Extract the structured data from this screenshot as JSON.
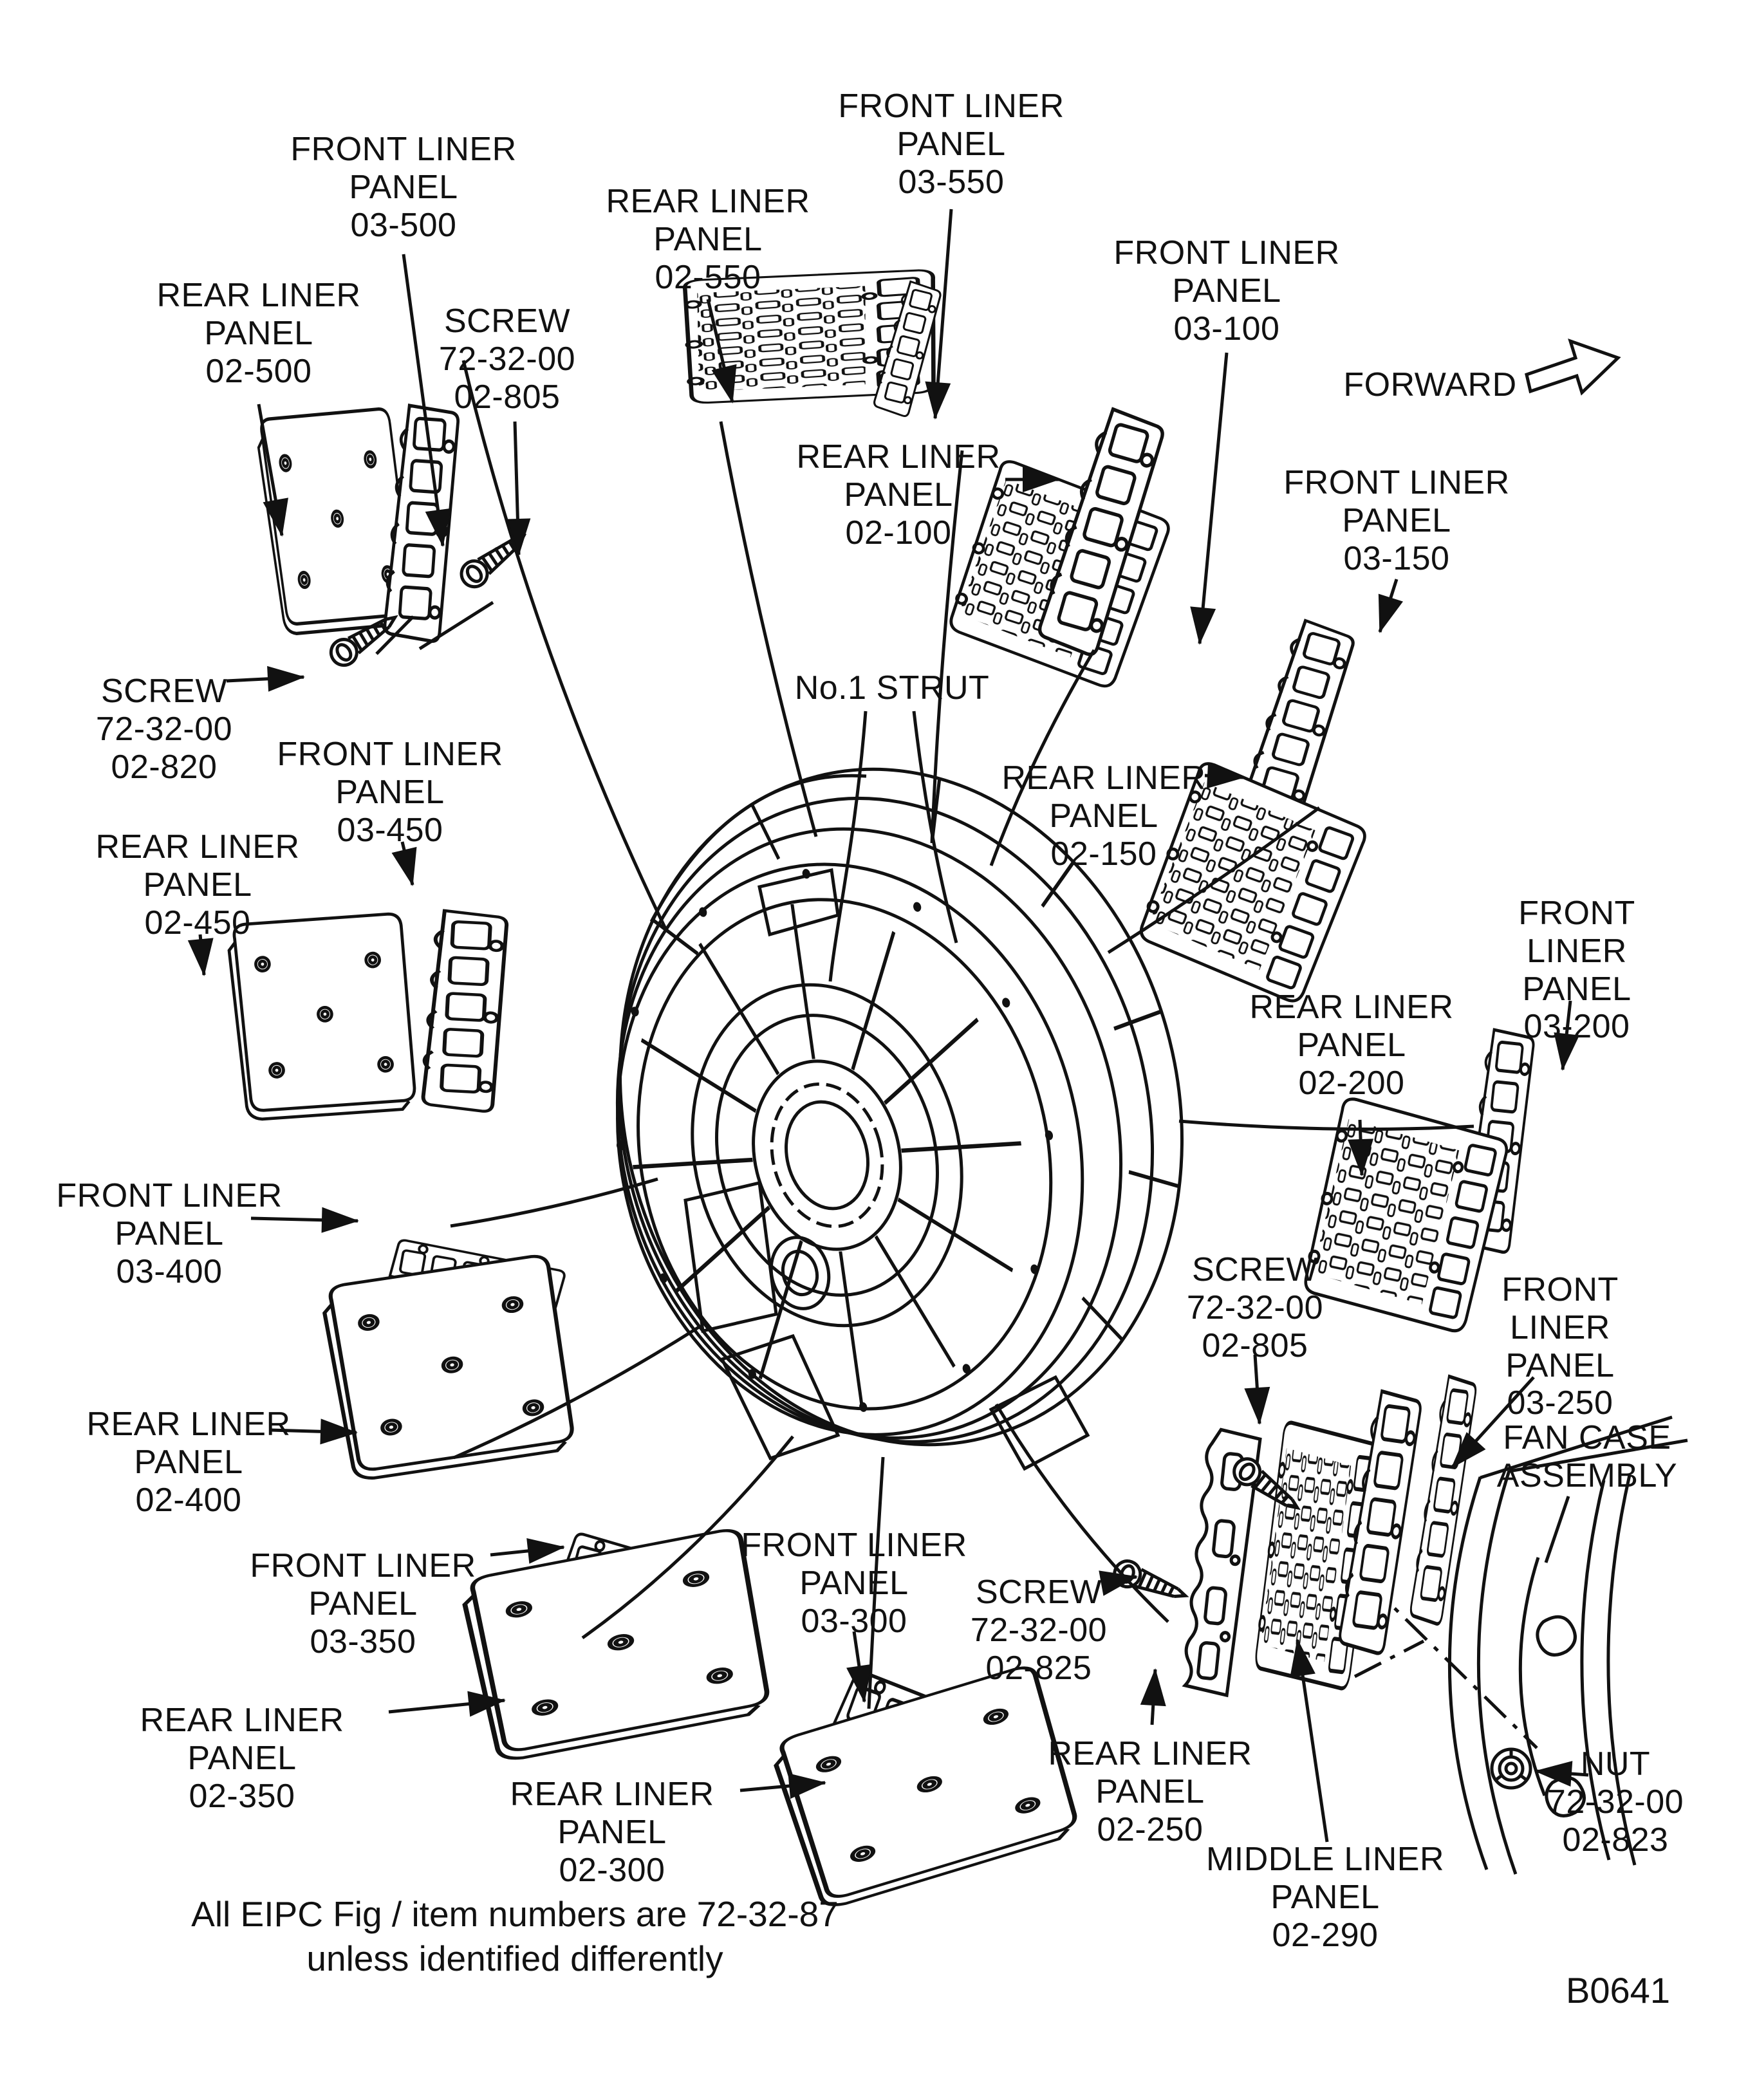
{
  "figure": {
    "code": "B0641",
    "footnote": "All EIPC Fig / item numbers are 72-32-87\nunless identified differently",
    "forward_label": "FORWARD",
    "ink_color": "#111111",
    "background_color": "#ffffff"
  },
  "labels": {
    "fl03_500": "FRONT LINER\nPANEL\n03-500",
    "rl02_500": "REAR LINER\nPANEL\n02-500",
    "scr805a": "SCREW\n72-32-00\n02-805",
    "rl02_550": "REAR LINER\nPANEL\n02-550",
    "fl03_550": "FRONT LINER\nPANEL\n03-550",
    "fl03_100": "FRONT LINER\nPANEL\n03-100",
    "rl02_100": "REAR LINER\nPANEL\n02-100",
    "fl03_150": "FRONT LINER\nPANEL\n03-150",
    "no1_strut": "No.1 STRUT",
    "rl02_150": "REAR LINER\nPANEL\n02-150",
    "fl03_200": "FRONT LINER\nPANEL\n03-200",
    "rl02_200": "REAR LINER\nPANEL\n02-200",
    "scr820": "SCREW\n72-32-00\n02-820",
    "fl03_450": "FRONT LINER\nPANEL\n03-450",
    "rl02_450": "REAR LINER\nPANEL\n02-450",
    "fl03_400": "FRONT LINER\nPANEL\n03-400",
    "rl02_400": "REAR LINER\nPANEL\n02-400",
    "scr805b": "SCREW\n72-32-00\n02-805",
    "fl03_250": "FRONT LINER\nPANEL\n03-250",
    "fan_case": "FAN CASE\nASSEMBLY",
    "fl03_350": "FRONT LINER\nPANEL\n03-350",
    "fl03_300": "FRONT LINER\nPANEL\n03-300",
    "scr825": "SCREW\n72-32-00\n02-825",
    "rl02_350": "REAR LINER\nPANEL\n02-350",
    "rl02_300": "REAR LINER\nPANEL\n02-300",
    "rl02_250": "REAR LINER\nPANEL\n02-250",
    "nut823": "NUT\n72-32-00\n02-823",
    "ml02_290": "MIDDLE LINER\nPANEL\n02-290"
  }
}
